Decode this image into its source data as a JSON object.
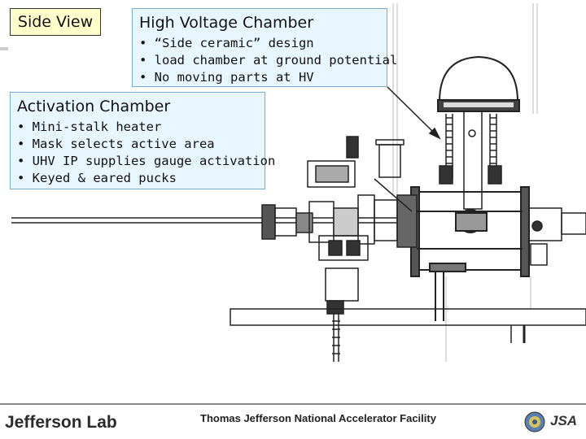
{
  "side_view": {
    "label": "Side View"
  },
  "hv_chamber": {
    "title": "High Voltage Chamber",
    "bullets": [
      "• “Side ceramic” design",
      "• load chamber at ground potential",
      "• No moving parts at HV"
    ]
  },
  "activation_chamber": {
    "title": "Activation Chamber",
    "bullets": [
      "• Mini-stalk heater",
      "• Mask selects active area",
      "• UHV IP supplies gauge activation",
      "• Keyed & eared pucks"
    ]
  },
  "footer": {
    "logo": "Jefferson Lab",
    "center_text": "Thomas Jefferson National Accelerator Facility",
    "right_logo": "JSA"
  },
  "colors": {
    "callout_bg": "#e8f7ff",
    "side_view_bg": "#ffffcc",
    "line": "#222222"
  }
}
